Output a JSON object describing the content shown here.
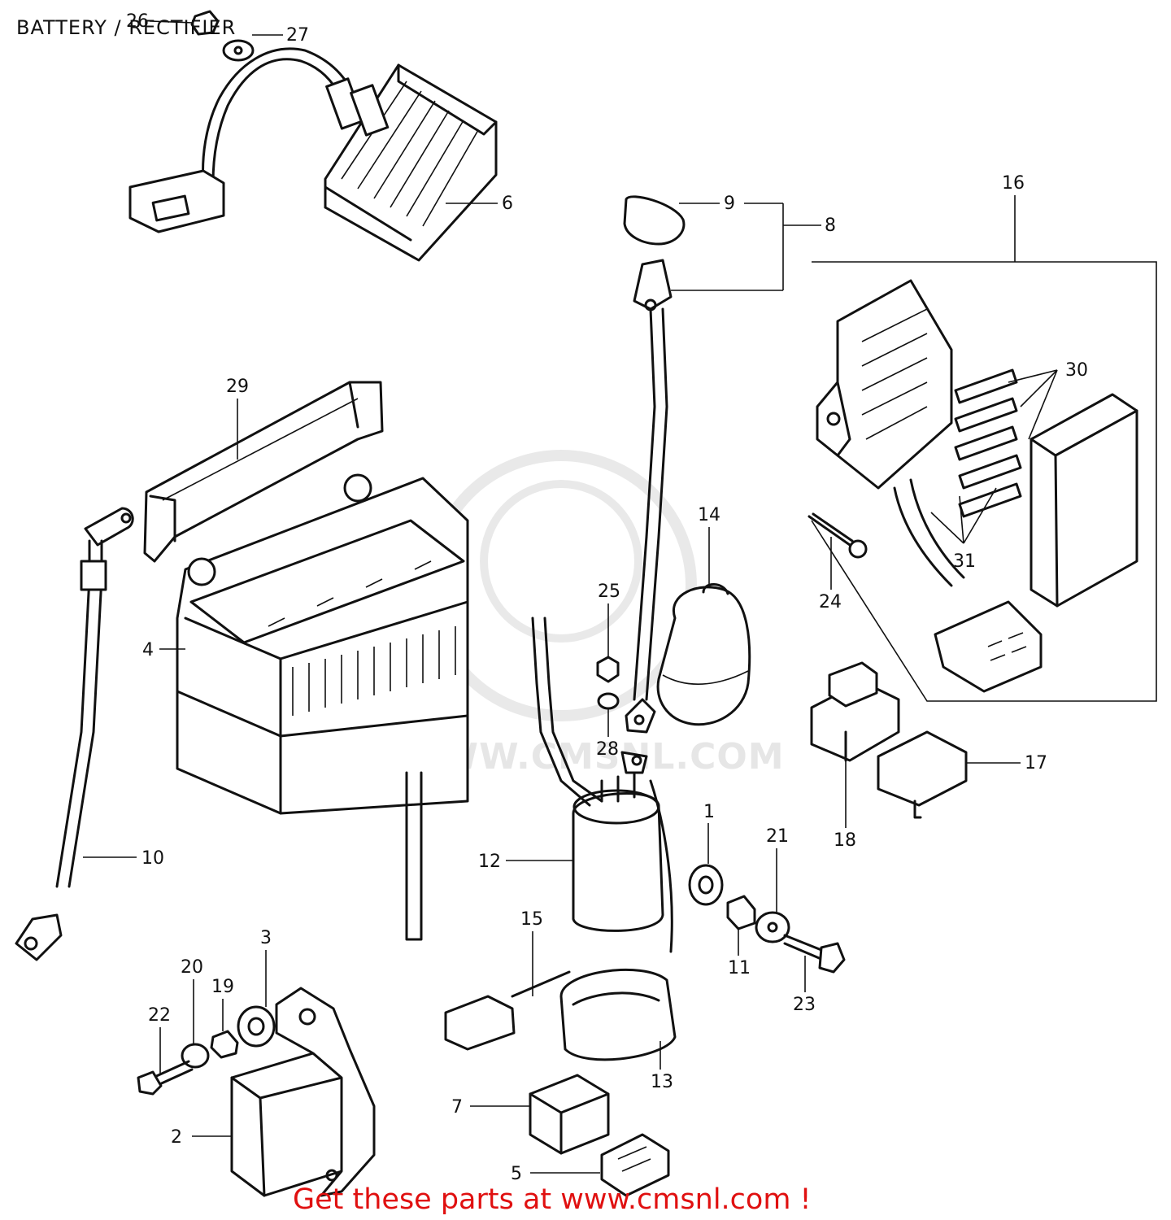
{
  "title": "BATTERY / RECTIFIER",
  "footer": "Get these parts at www.cmsnl.com !",
  "watermark": "WWW.CMSNL.COM",
  "colors": {
    "footer": "#e01010",
    "line_art": "#111111",
    "watermark": "#e6e6e6"
  },
  "callouts": {
    "c1": "1",
    "c2": "2",
    "c3": "3",
    "c4": "4",
    "c5": "5",
    "c6": "6",
    "c7": "7",
    "c8": "8",
    "c9": "9",
    "c10": "10",
    "c11": "11",
    "c12": "12",
    "c13": "13",
    "c14": "14",
    "c15": "15",
    "c16": "16",
    "c17": "17",
    "c18": "18",
    "c19": "19",
    "c20": "20",
    "c21": "21",
    "c22": "22",
    "c23": "23",
    "c24": "24",
    "c25": "25",
    "c26": "26",
    "c27": "27",
    "c28": "28",
    "c29": "29",
    "c30": "30",
    "c31": "31"
  }
}
